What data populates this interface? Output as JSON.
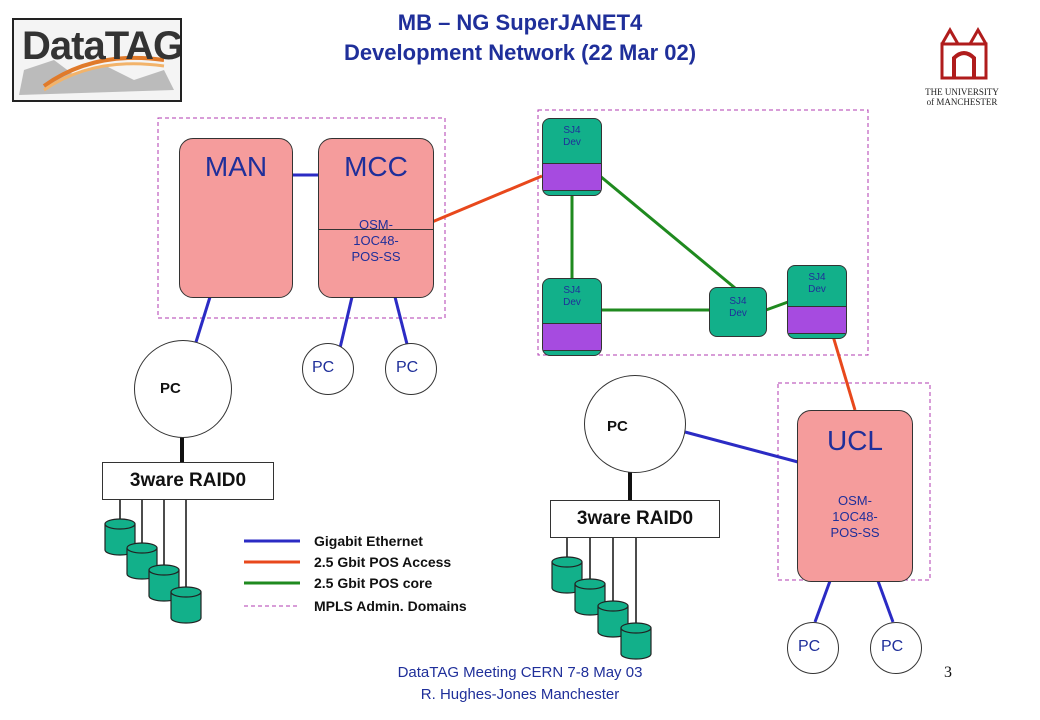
{
  "title": {
    "line1": "MB – NG SuperJANET4",
    "line2": "Development Network (22 Mar 02)"
  },
  "logos": {
    "datatag": "DataTAG",
    "university": "THE UNIVERSITY of MANCHESTER"
  },
  "routers": {
    "man": "MAN",
    "mcc": {
      "label": "MCC",
      "card": "OSM-\n1OC48-\nPOS-SS"
    },
    "ucl": {
      "label": "UCL",
      "card": "OSM-\n1OC48-\nPOS-SS"
    }
  },
  "sj4": {
    "label1": "SJ4",
    "label2": "Dev"
  },
  "pcs": {
    "label": "PC"
  },
  "raid": {
    "left": "3ware RAID0",
    "right": "3ware RAID0"
  },
  "legend": [
    {
      "label": "Gigabit Ethernet",
      "color": "#2b2bc4"
    },
    {
      "label": "2.5 Gbit POS Access",
      "color": "#e8481c"
    },
    {
      "label": "2.5 Gbit POS core",
      "color": "#1f8a1f"
    },
    {
      "label": "MPLS Admin. Domains",
      "color": "#b23bb2"
    }
  ],
  "footer": {
    "line1": "DataTAG Meeting CERN 7-8 May 03",
    "line2": "R. Hughes-Jones  Manchester"
  },
  "page_number": "3"
}
